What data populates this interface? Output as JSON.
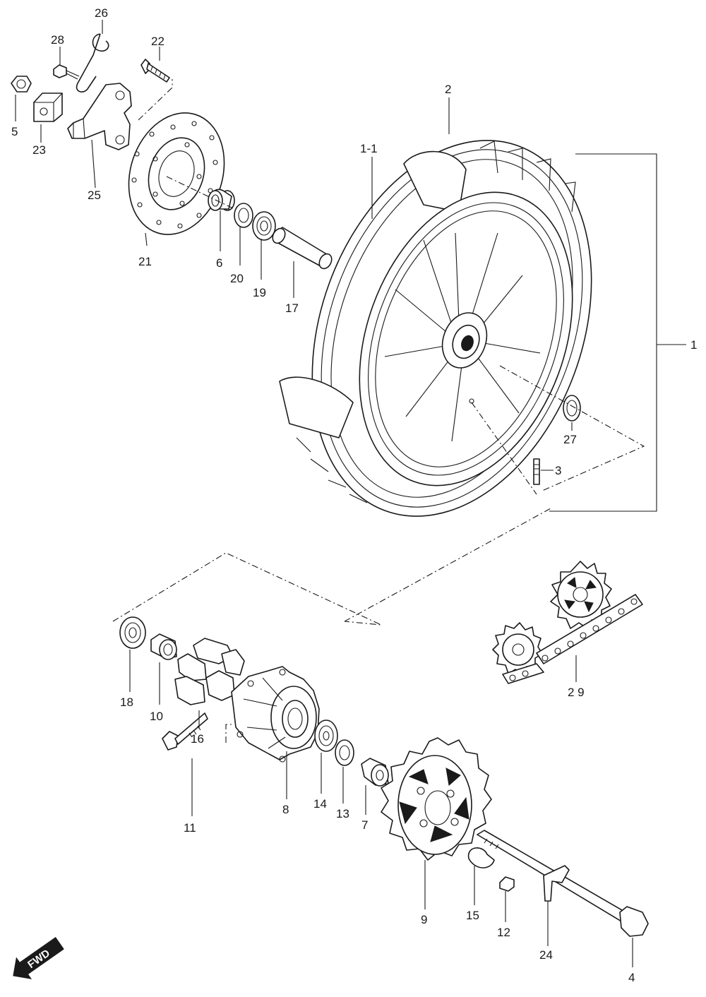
{
  "labels": {
    "l1": "1",
    "l1_1": "1-1",
    "l2": "2",
    "l3": "3",
    "l4": "4",
    "l5": "5",
    "l6": "6",
    "l7": "7",
    "l8": "8",
    "l9": "9",
    "l10": "10",
    "l11": "11",
    "l12": "12",
    "l13": "13",
    "l14": "14",
    "l15": "15",
    "l16": "16",
    "l17": "17",
    "l18": "18",
    "l19": "19",
    "l20": "20",
    "l21": "21",
    "l22": "22",
    "l23": "23",
    "l24": "24",
    "l25": "25",
    "l26": "26",
    "l27": "27",
    "l28": "28",
    "l29": "2 9"
  },
  "fwd_label": "FWD"
}
